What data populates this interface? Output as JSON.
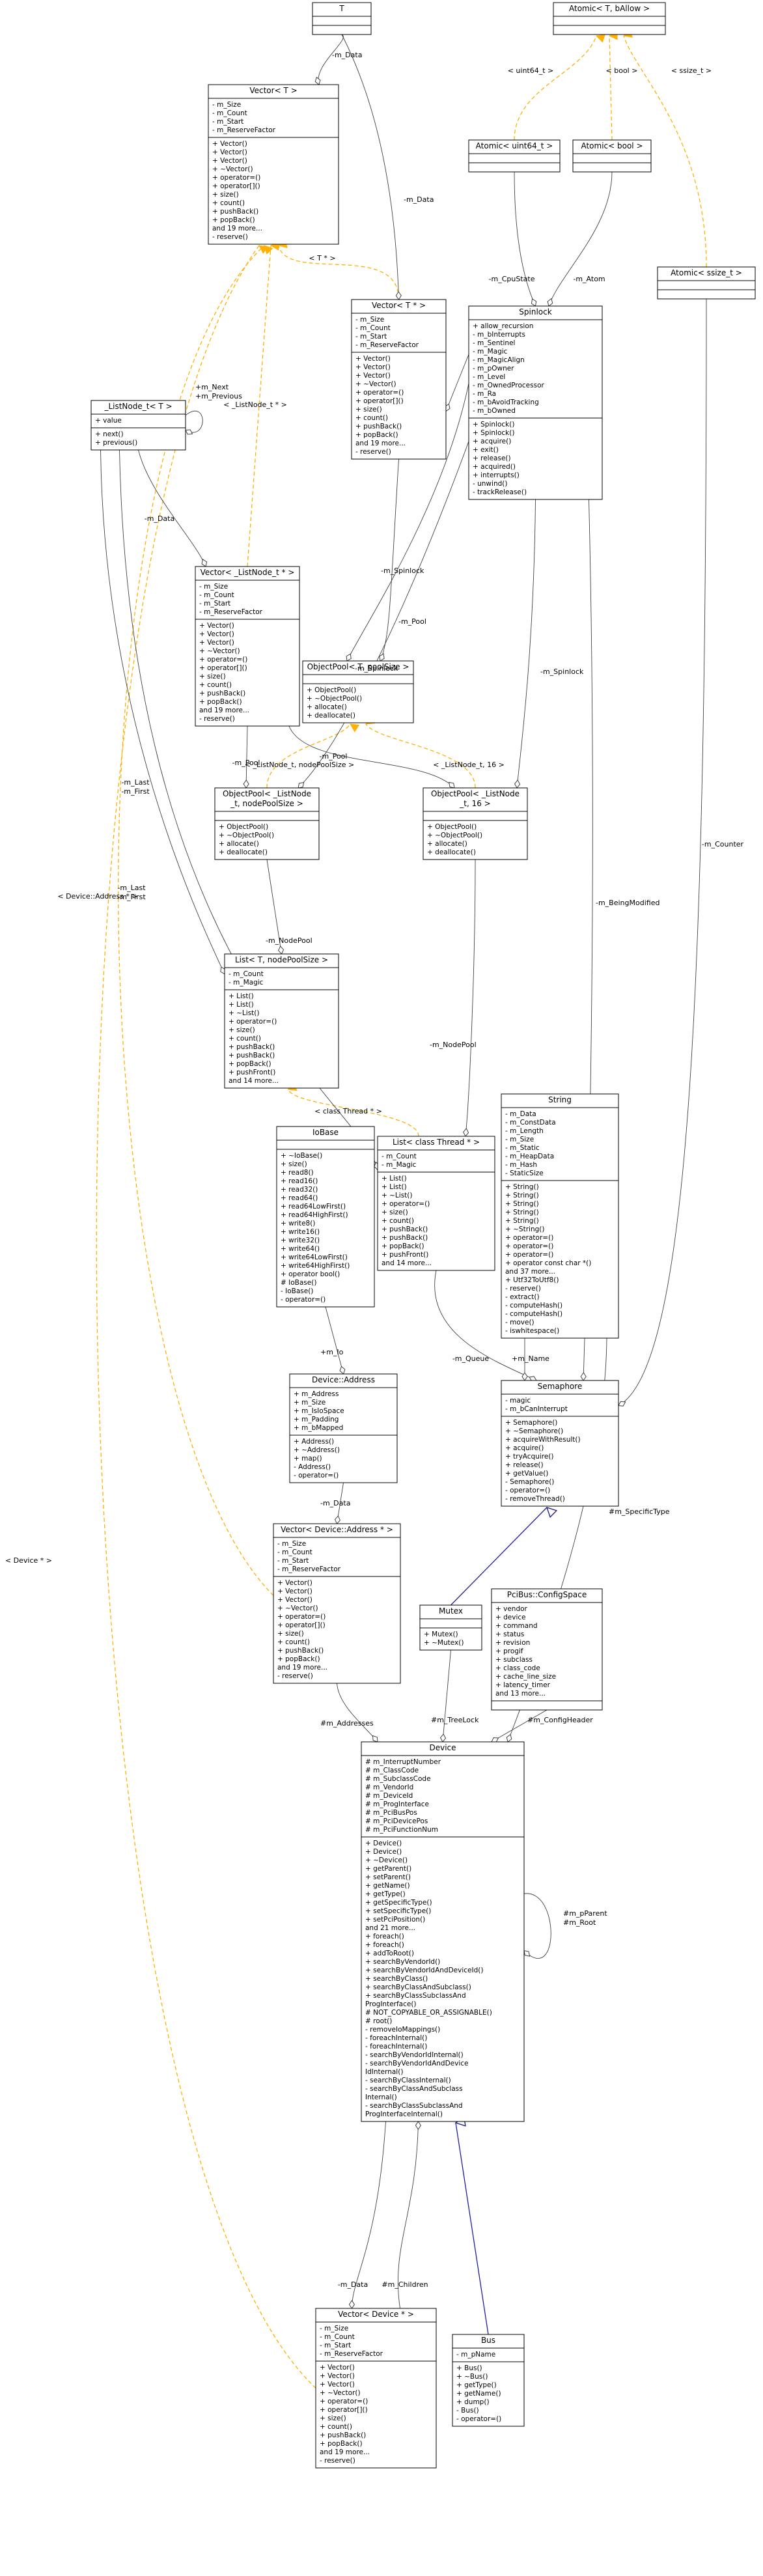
{
  "colors": {
    "background": "#ffffff",
    "box_stroke": "#000000",
    "template_edge": "#ffb000",
    "inherit_edge": "#1f1f9e",
    "usage_edge": "#404040",
    "faded_box": "#bfbfbf"
  },
  "classes": [
    {
      "id": "T",
      "title": "T",
      "attrs": [],
      "methods": [],
      "faded": true
    },
    {
      "id": "atomic_tb",
      "title": "Atomic< T, bAllow >",
      "attrs": [],
      "methods": []
    },
    {
      "id": "vector_t",
      "title": "Vector< T >",
      "attrs": [
        "- m_Size",
        "- m_Count",
        "- m_Start",
        "- m_ReserveFactor"
      ],
      "methods": [
        "+ Vector()",
        "+ Vector()",
        "+ Vector()",
        "+ ~Vector()",
        "+ operator=()",
        "+ operator[]()",
        "+ size()",
        "+ count()",
        "+ pushBack()",
        "+ popBack()",
        "and 19 more...",
        "- reserve()"
      ]
    },
    {
      "id": "atomic_u64",
      "title": "Atomic< uint64_t >",
      "attrs": [],
      "methods": []
    },
    {
      "id": "atomic_bool",
      "title": "Atomic< bool >",
      "attrs": [],
      "methods": []
    },
    {
      "id": "atomic_ssize",
      "title": "Atomic< ssize_t >",
      "attrs": [],
      "methods": []
    },
    {
      "id": "spinlock",
      "title": "Spinlock",
      "attrs": [
        "+ allow_recursion",
        "- m_bInterrupts",
        "- m_Sentinel",
        "- m_Magic",
        "- m_MagicAlign",
        "- m_pOwner",
        "- m_Level",
        "- m_OwnedProcessor",
        "- m_Ra",
        "- m_bAvoidTracking",
        "- m_bOwned"
      ],
      "methods": [
        "+ Spinlock()",
        "+ Spinlock()",
        "+ acquire()",
        "+ exit()",
        "+ release()",
        "+ acquired()",
        "+ interrupts()",
        "- unwind()",
        "- trackRelease()"
      ]
    },
    {
      "id": "vector_tp",
      "title": "Vector< T * >",
      "attrs": [
        "- m_Size",
        "- m_Count",
        "- m_Start",
        "- m_ReserveFactor"
      ],
      "methods": [
        "+ Vector()",
        "+ Vector()",
        "+ Vector()",
        "+ ~Vector()",
        "+ operator=()",
        "+ operator[]()",
        "+ size()",
        "+ count()",
        "+ pushBack()",
        "+ popBack()",
        "and 19 more...",
        "- reserve()"
      ]
    },
    {
      "id": "listnode",
      "title": "_ListNode_t< T >",
      "attrs": [
        "+ value"
      ],
      "methods": [
        "+ next()",
        "+ previous()"
      ]
    },
    {
      "id": "vector_ln",
      "title": "Vector< _ListNode_t * >",
      "attrs": [
        "- m_Size",
        "- m_Count",
        "- m_Start",
        "- m_ReserveFactor"
      ],
      "methods": [
        "+ Vector()",
        "+ Vector()",
        "+ Vector()",
        "+ ~Vector()",
        "+ operator=()",
        "+ operator[]()",
        "+ size()",
        "+ count()",
        "+ pushBack()",
        "+ popBack()",
        "and 19 more...",
        "- reserve()"
      ]
    },
    {
      "id": "objpool_t",
      "title": "ObjectPool< T, poolSize >",
      "attrs": [],
      "methods": [
        "+ ObjectPool()",
        "+ ~ObjectPool()",
        "+ allocate()",
        "+ deallocate()"
      ]
    },
    {
      "id": "objpool_ln",
      "title": [
        "ObjectPool< _ListNode",
        "_t, nodePoolSize >"
      ],
      "attrs": [],
      "methods": [
        "+ ObjectPool()",
        "+ ~ObjectPool()",
        "+ allocate()",
        "+ deallocate()"
      ]
    },
    {
      "id": "objpool_ln16",
      "title": [
        "ObjectPool< _ListNode",
        "_t, 16 >"
      ],
      "attrs": [],
      "methods": [
        "+ ObjectPool()",
        "+ ~ObjectPool()",
        "+ allocate()",
        "+ deallocate()"
      ]
    },
    {
      "id": "list_t",
      "title": "List< T, nodePoolSize >",
      "attrs": [
        "- m_Count",
        "- m_Magic"
      ],
      "methods": [
        "+ List()",
        "+ List()",
        "+ ~List()",
        "+ operator=()",
        "+ size()",
        "+ count()",
        "+ pushBack()",
        "+ pushBack()",
        "+ popBack()",
        "+ pushFront()",
        "and 14 more..."
      ]
    },
    {
      "id": "string",
      "title": "String",
      "attrs": [
        "- m_Data",
        "- m_ConstData",
        "- m_Length",
        "- m_Size",
        "- m_Static",
        "- m_HeapData",
        "- m_Hash",
        "- StaticSize"
      ],
      "methods": [
        "+ String()",
        "+ String()",
        "+ String()",
        "+ String()",
        "+ String()",
        "+ ~String()",
        "+ operator=()",
        "+ operator=()",
        "+ operator=()",
        "+ operator const char *()",
        "and 37 more...",
        "+ Utf32ToUtf8()",
        "- reserve()",
        "- extract()",
        "- computeHash()",
        "- computeHash()",
        "- move()",
        "- iswhitespace()"
      ]
    },
    {
      "id": "iobase",
      "title": "IoBase",
      "attrs": [],
      "methods": [
        "+ ~IoBase()",
        "+ size()",
        "+ read8()",
        "+ read16()",
        "+ read32()",
        "+ read64()",
        "+ read64LowFirst()",
        "+ read64HighFirst()",
        "+ write8()",
        "+ write16()",
        "+ write32()",
        "+ write64()",
        "+ write64LowFirst()",
        "+ write64HighFirst()",
        "+ operator bool()",
        "# IoBase()",
        "- IoBase()",
        "- operator=()"
      ]
    },
    {
      "id": "list_thread",
      "title": "List< class Thread * >",
      "attrs": [
        "- m_Count",
        "- m_Magic"
      ],
      "methods": [
        "+ List()",
        "+ List()",
        "+ ~List()",
        "+ operator=()",
        "+ size()",
        "+ count()",
        "+ pushBack()",
        "+ pushBack()",
        "+ popBack()",
        "+ pushFront()",
        "and 14 more..."
      ]
    },
    {
      "id": "device_address",
      "title": "Device::Address",
      "attrs": [
        "+ m_Address",
        "+ m_Size",
        "+ m_IsIoSpace",
        "+ m_Padding",
        "+ m_bMapped"
      ],
      "methods": [
        "+ Address()",
        "+ ~Address()",
        "+ map()",
        "- Address()",
        "- operator=()"
      ]
    },
    {
      "id": "semaphore",
      "title": "Semaphore",
      "attrs": [
        "- magic",
        "- m_bCanInterrupt"
      ],
      "methods": [
        "+ Semaphore()",
        "+ ~Semaphore()",
        "+ acquireWithResult()",
        "+ acquire()",
        "+ tryAcquire()",
        "+ release()",
        "+ getValue()",
        "- Semaphore()",
        "- operator=()",
        "- removeThread()"
      ]
    },
    {
      "id": "vector_da",
      "title": "Vector< Device::Address * >",
      "attrs": [
        "- m_Size",
        "- m_Count",
        "- m_Start",
        "- m_ReserveFactor"
      ],
      "methods": [
        "+ Vector()",
        "+ Vector()",
        "+ Vector()",
        "+ ~Vector()",
        "+ operator=()",
        "+ operator[]()",
        "+ size()",
        "+ count()",
        "+ pushBack()",
        "+ popBack()",
        "and 19 more...",
        "- reserve()"
      ]
    },
    {
      "id": "mutex",
      "title": "Mutex",
      "attrs": [],
      "methods": [
        "+ Mutex()",
        "+ ~Mutex()"
      ]
    },
    {
      "id": "configspace",
      "title": "PciBus::ConfigSpace",
      "attrs": [
        "+ vendor",
        "+ device",
        "+ command",
        "+ status",
        "+ revision",
        "+ progif",
        "+ subclass",
        "+ class_code",
        "+ cache_line_size",
        "+ latency_timer",
        "and 13 more..."
      ],
      "methods": []
    },
    {
      "id": "device",
      "title": "Device",
      "attrs": [
        "# m_InterruptNumber",
        "# m_ClassCode",
        "# m_SubclassCode",
        "# m_VendorId",
        "# m_DeviceId",
        "# m_ProgInterface",
        "# m_PciBusPos",
        "# m_PciDevicePos",
        "# m_PciFunctionNum"
      ],
      "methods": [
        "+ Device()",
        "+ Device()",
        "+ ~Device()",
        "+ getParent()",
        "+ setParent()",
        "+ getName()",
        "+ getType()",
        "+ getSpecificType()",
        "+ setSpecificType()",
        "+ setPciPosition()",
        "and 21 more...",
        "+ foreach()",
        "+ foreach()",
        "+ addToRoot()",
        "+ searchByVendorId()",
        "+ searchByVendorIdAndDeviceId()",
        "+ searchByClass()",
        "+ searchByClassAndSubclass()",
        "+ searchByClassSubclassAnd",
        "ProgInterface()",
        "# NOT_COPYABLE_OR_ASSIGNABLE()",
        "# root()",
        "- removeIoMappings()",
        "- foreachInternal()",
        "- foreachInternal()",
        "- searchByVendorIdInternal()",
        "- searchByVendorIdAndDevice",
        "IdInternal()",
        "- searchByClassInternal()",
        "- searchByClassAndSubclass",
        "Internal()",
        "- searchByClassSubclassAnd",
        "ProgInterfaceInternal()"
      ]
    },
    {
      "id": "vector_dev",
      "title": "Vector< Device * >",
      "attrs": [
        "- m_Size",
        "- m_Count",
        "- m_Start",
        "- m_ReserveFactor"
      ],
      "methods": [
        "+ Vector()",
        "+ Vector()",
        "+ Vector()",
        "+ ~Vector()",
        "+ operator=()",
        "+ operator[]()",
        "+ size()",
        "+ count()",
        "+ pushBack()",
        "+ popBack()",
        "and 19 more...",
        "- reserve()"
      ]
    },
    {
      "id": "bus",
      "title": "Bus",
      "attrs": [
        "- m_pName"
      ],
      "methods": [
        "+ Bus()",
        "+ ~Bus()",
        "+ getType()",
        "+ getName()",
        "+ dump()",
        "- Bus()",
        "- operator=()"
      ]
    }
  ],
  "edge_labels": {
    "vt_data": "-m_Data",
    "vtp_data": "-m_Data",
    "u64": "< uint64_t >",
    "boolt": "< bool >",
    "ssize": "< ssize_t >",
    "cpustate": "-m_CpuState",
    "atom": "-m_Atom",
    "tstar": "< T * >",
    "lnstar": "< _ListNode_t * >",
    "lnnext": "+m_Next",
    "lnprev": "+m_Previous",
    "ln_data": "-m_Data",
    "pool1": "-m_Pool",
    "spin1": "-m_Spinlock",
    "spin2": "-m_Spinlock",
    "spin3": "-m_Spinlock",
    "pool2": "-m_Pool",
    "pool3": "-m_Pool",
    "tpl_nps": "< _ListNode_t, nodePoolSize >",
    "tpl_16": "< _ListNode_t, 16 >",
    "counter": "-m_Counter",
    "last1": "-m_Last",
    "first1": "-m_First",
    "last2": "-m_Last",
    "first2": "-m_First",
    "nodepool1": "-m_NodePool",
    "nodepool2": "-m_NodePool",
    "beingmod": "-m_BeingModified",
    "devaddr": "< Device::Address * >",
    "devstar": "< Device * >",
    "classthread": "< class Thread * >",
    "io": "+m_Io",
    "queue": "-m_Queue",
    "name": "+m_Name",
    "da_data": "-m_Data",
    "spectype": "#m_SpecificType",
    "addresses": "#m_Addresses",
    "treelock": "#m_TreeLock",
    "confighdr": "#m_ConfigHeader",
    "parent": "#m_pParent",
    "root": "#m_Root",
    "vd_data": "-m_Data",
    "children": "#m_Children"
  }
}
